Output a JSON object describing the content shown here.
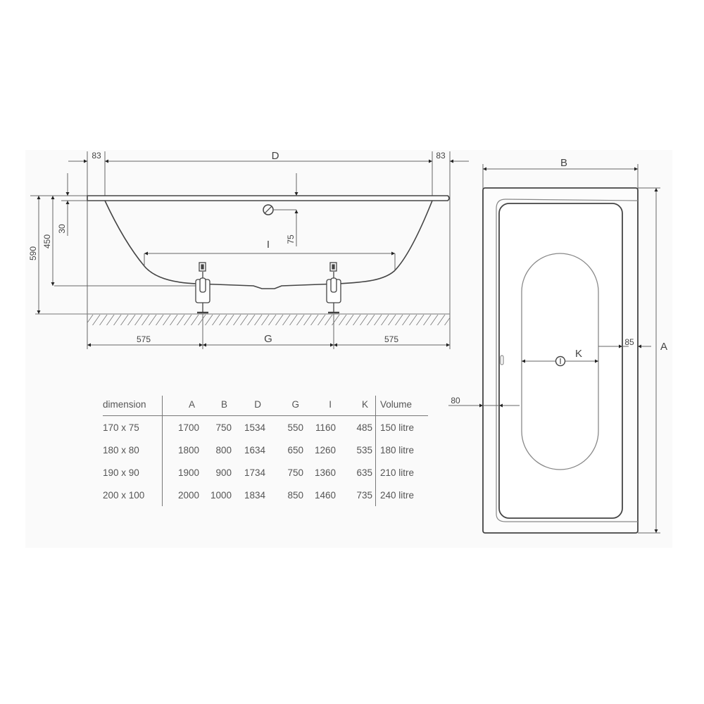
{
  "side_view": {
    "labels": {
      "rim_left": "83",
      "rim_right": "83",
      "length_inner": "D",
      "rim_thickness": "30",
      "height_bottom": "450",
      "height_total": "590",
      "overflow_offset": "75",
      "inner_bottom": "I",
      "foot_left": "575",
      "foot_spacing": "G",
      "foot_right": "575"
    }
  },
  "top_view": {
    "labels": {
      "width": "B",
      "length": "A",
      "drain_width": "K",
      "side_margin_right": "85",
      "side_margin_left": "80"
    }
  },
  "table": {
    "headers": [
      "dimension",
      "A",
      "B",
      "D",
      "G",
      "I",
      "K",
      "Volume"
    ],
    "rows": [
      {
        "dimension": "170 x 75",
        "A": "1700",
        "B": "750",
        "D": "1534",
        "G": "550",
        "I": "1160",
        "K": "485",
        "Volume": "150 litre"
      },
      {
        "dimension": "180 x 80",
        "A": "1800",
        "B": "800",
        "D": "1634",
        "G": "650",
        "I": "1260",
        "K": "535",
        "Volume": "180 litre"
      },
      {
        "dimension": "190 x 90",
        "A": "1900",
        "B": "900",
        "D": "1734",
        "G": "750",
        "I": "1360",
        "K": "635",
        "Volume": "210 litre"
      },
      {
        "dimension": "200 x 100",
        "A": "2000",
        "B": "1000",
        "D": "1834",
        "G": "850",
        "I": "1460",
        "K": "735",
        "Volume": "240 litre"
      }
    ]
  },
  "colors": {
    "line": "#555555",
    "panel": "#fafafa"
  }
}
